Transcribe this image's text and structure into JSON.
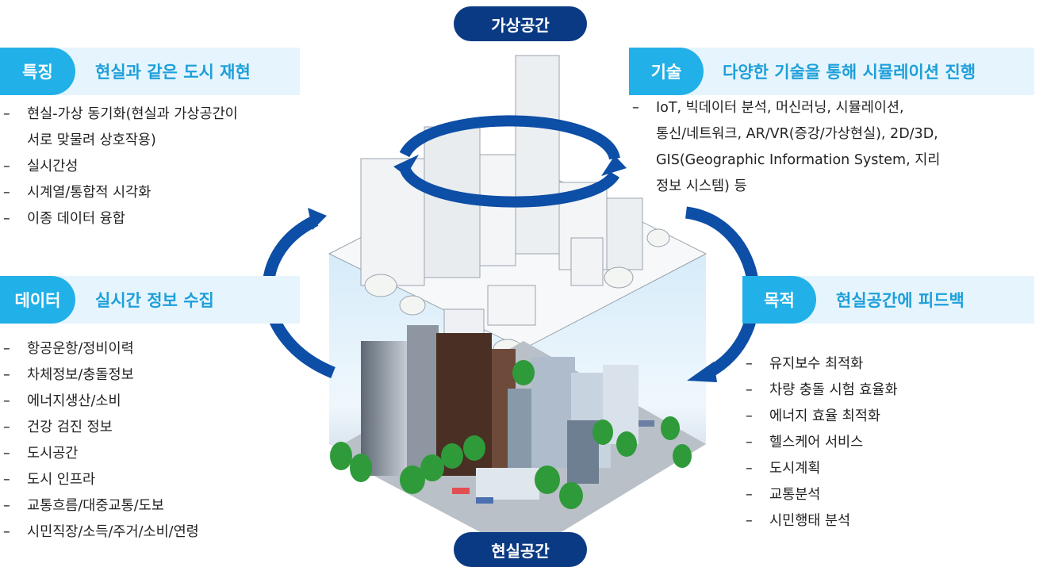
{
  "top_label": "가상공간",
  "bottom_label": "현실공간",
  "features": {
    "tag": "특징",
    "title": "현실과 같은 도시 재현",
    "items": [
      "현실-가상 동기화(현실과 가상공간이",
      "서로 맞물려 상호작용)",
      "실시간성",
      "시계열/통합적 시각화",
      "이종 데이터 융합"
    ]
  },
  "data": {
    "tag": "데이터",
    "title": "실시간 정보 수집",
    "items": [
      "항공운항/정비이력",
      "차체정보/충돌정보",
      "에너지생산/소비",
      "건강 검진 정보",
      "도시공간",
      "도시 인프라",
      "교통흐름/대중교통/도보",
      "시민직장/소득/주거/소비/연령"
    ]
  },
  "technology": {
    "tag": "기술",
    "title": "다양한 기술을 통해 시뮬레이션 진행",
    "items": [
      "IoT, 빅데이터 분석, 머신러닝, 시뮬레이션,",
      "통신/네트워크, AR/VR(증강/가상현실), 2D/3D,",
      "GIS(Geographic Information System, 지리",
      "정보 시스템) 등"
    ]
  },
  "purpose": {
    "tag": "목적",
    "title": "현실공간에 피드백",
    "items": [
      "유지보수 최적화",
      "차량 충돌 시험 효율화",
      "에너지 효율 최적화",
      "헬스케어 서비스",
      "도시계획",
      "교통분석",
      "시민행태 분석"
    ]
  },
  "colors": {
    "tag_bg": "#22b0e8",
    "banner_bg": "#e6f5fd",
    "title_text": "#1e9fda",
    "pill_bg": "#0b3a84",
    "arrow": "#0d4ea6"
  }
}
